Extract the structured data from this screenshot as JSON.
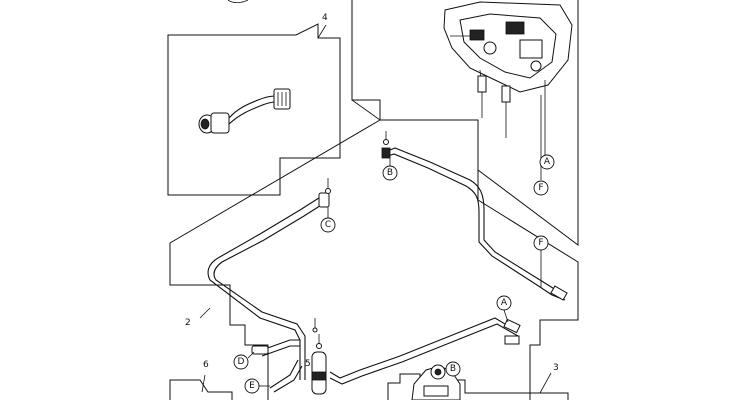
{
  "part_numbers": {
    "p4": "4",
    "p2": "2",
    "p3": "3",
    "p5": "5",
    "p6": "6"
  },
  "callouts": {
    "A": "A",
    "B": "B",
    "C": "C",
    "D": "D",
    "E": "E",
    "F": "F"
  }
}
